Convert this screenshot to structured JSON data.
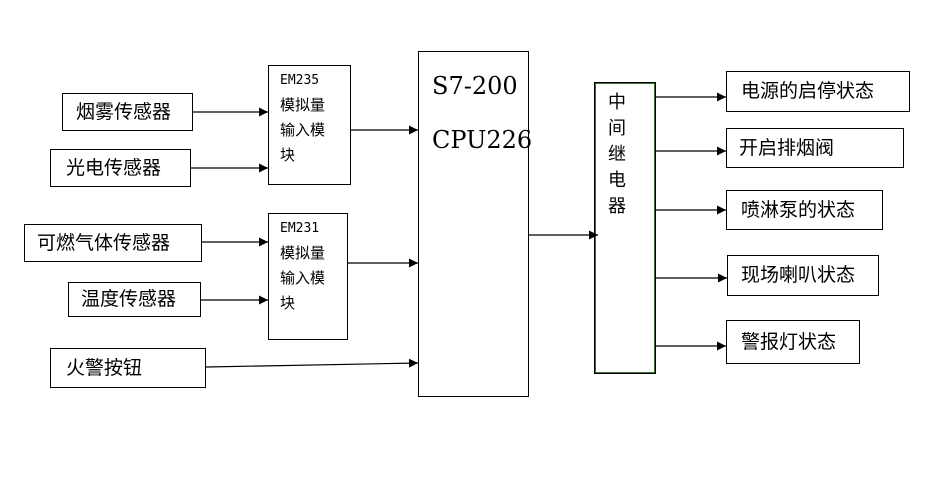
{
  "sensors": [
    {
      "id": "smoke",
      "label": "烟雾传感器"
    },
    {
      "id": "photo",
      "label": "光电传感器"
    },
    {
      "id": "gas",
      "label": "可燃气体传感器"
    },
    {
      "id": "temp",
      "label": "温度传感器"
    },
    {
      "id": "button",
      "label": "火警按钮"
    }
  ],
  "modules": [
    {
      "id": "em235",
      "model": "EM235",
      "lines": [
        "模拟量",
        "输入模",
        "块"
      ]
    },
    {
      "id": "em231",
      "model": "EM231",
      "lines": [
        "模拟量",
        "输入模",
        "块"
      ]
    }
  ],
  "cpu": {
    "line1": "S7-200",
    "line2": "CPU226"
  },
  "relay": {
    "chars": [
      "中",
      "间",
      "继",
      "电",
      "器"
    ]
  },
  "outputs": [
    {
      "id": "power",
      "label": "电源的启停状态"
    },
    {
      "id": "exhaust",
      "label": "开启排烟阀"
    },
    {
      "id": "pump",
      "label": "喷淋泵的状态"
    },
    {
      "id": "speaker",
      "label": "现场喇叭状态"
    },
    {
      "id": "alarm",
      "label": "警报灯状态"
    }
  ]
}
